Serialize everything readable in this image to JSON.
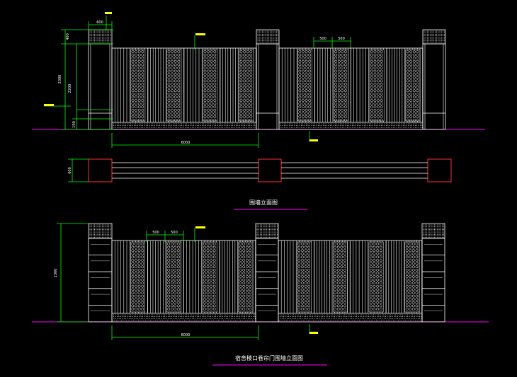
{
  "colors": {
    "background": "#000000",
    "line": "#ffffff",
    "dimension": "#00ff00",
    "ground": "#ff00ff",
    "pier_section": "#ff3030",
    "callout": "#ffff00"
  },
  "top_elevation": {
    "dims": {
      "pier_width": "600",
      "cap_height": "400",
      "wall_height_total": "2300",
      "wall_height_inner": "2200",
      "base_height": "190",
      "bay_width": "6000",
      "panel_a": "500",
      "panel_b": "500",
      "section_depth": "600"
    },
    "title": "围墙立面图"
  },
  "bottom_elevation": {
    "dims": {
      "wall_height": "2300",
      "bay_width": "6000",
      "panel_a": "500",
      "panel_b": "500"
    },
    "title": "宿舍楼口卷帘门围墙立面图"
  }
}
